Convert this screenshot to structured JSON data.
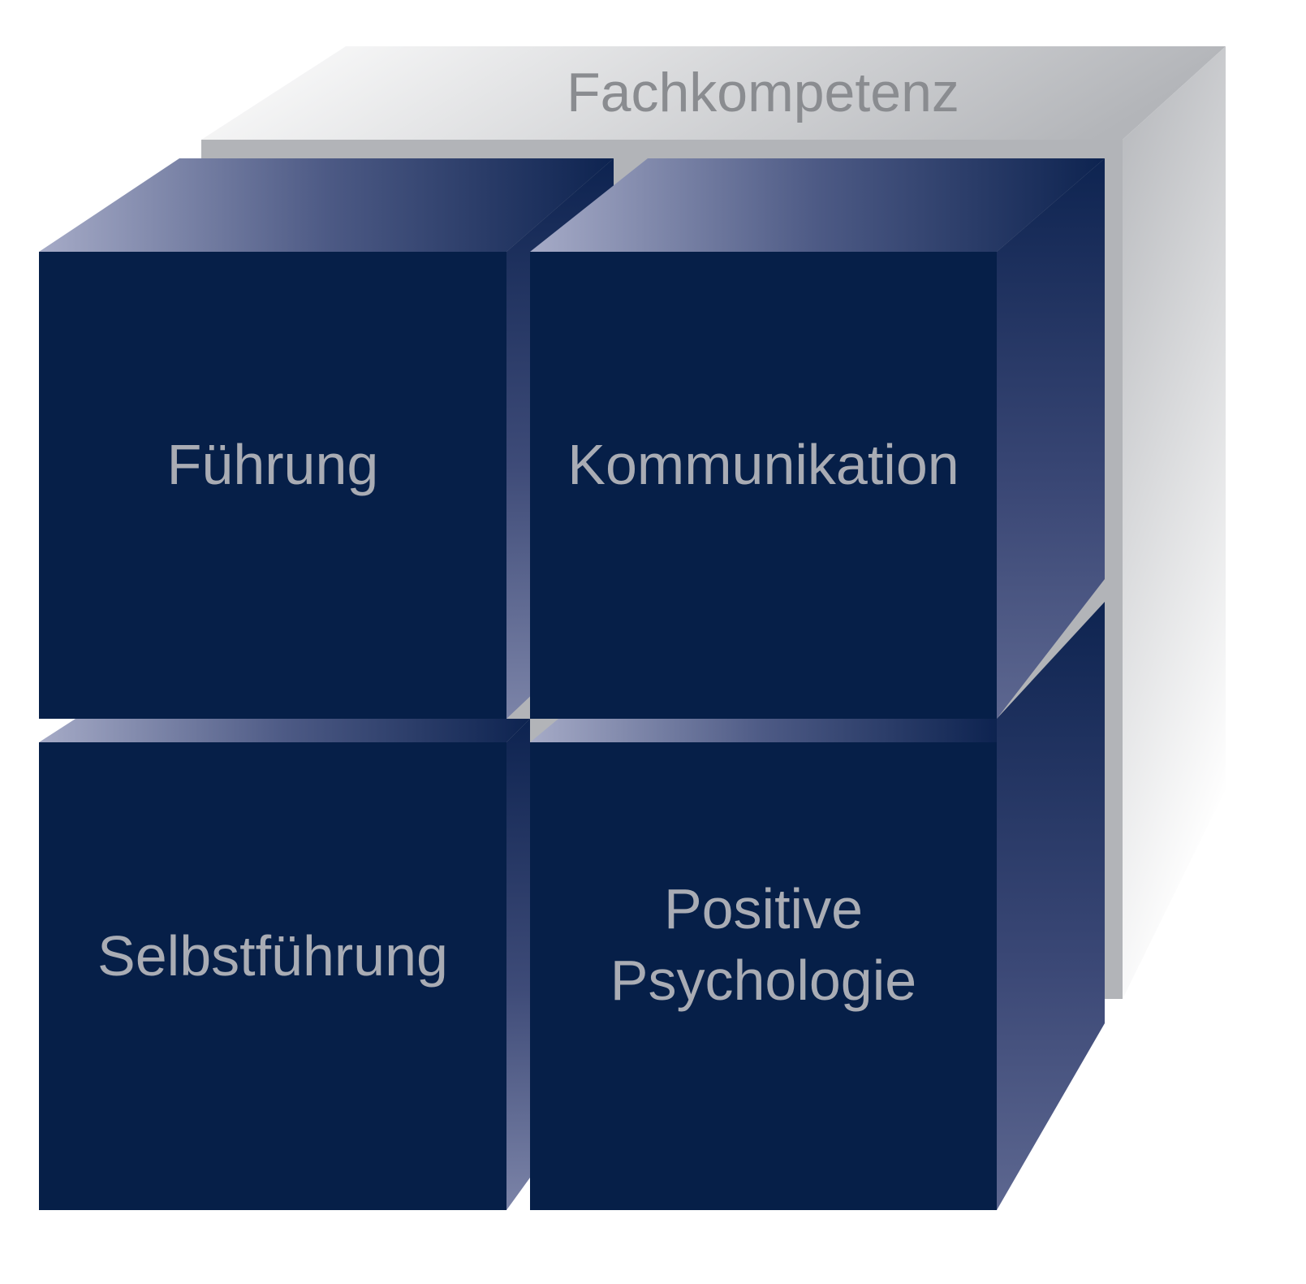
{
  "back_block": {
    "label": "Fachkompetenz"
  },
  "blocks": {
    "top_left": {
      "label": "Führung"
    },
    "top_right": {
      "label": "Kommunikation"
    },
    "bottom_left": {
      "label": "Selbstführung"
    },
    "bottom_right": {
      "label_lines": [
        "Positive",
        "Psychologie"
      ]
    }
  },
  "colors": {
    "front_face": "#061f48",
    "side_dark": "#0c2150",
    "side_light": "#a3a8c4",
    "back_light": "#ffffff",
    "back_dark": "#b2b4b8",
    "label_text": "#a9acb4",
    "back_label_text": "#8a8c90"
  }
}
